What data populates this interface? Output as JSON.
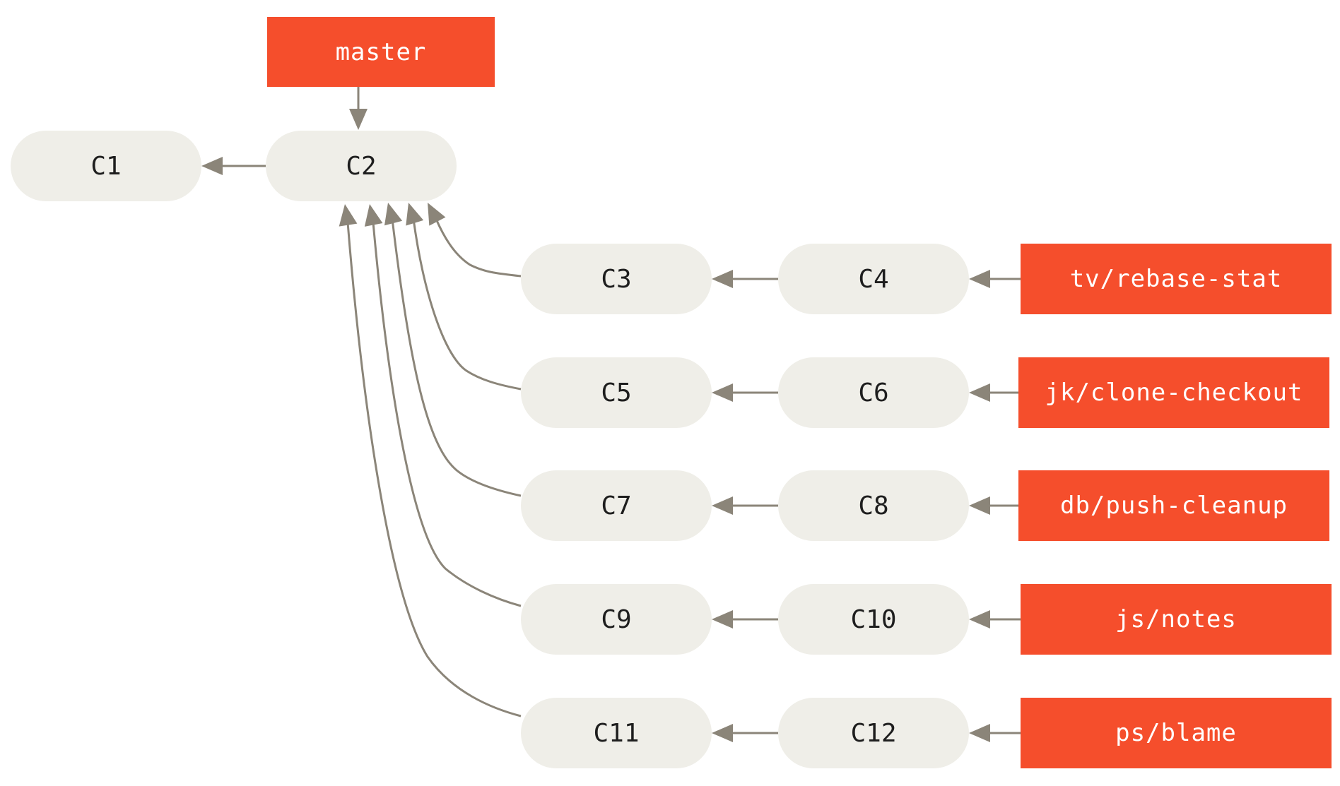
{
  "colors": {
    "commit_fill": "#efeee8",
    "branch_fill": "#f54e2c",
    "arrow": "#8b8579",
    "commit_text": "#1e1e1e",
    "branch_text": "#ffffff"
  },
  "commits": [
    {
      "id": "c1",
      "label": "C1"
    },
    {
      "id": "c2",
      "label": "C2"
    },
    {
      "id": "c3",
      "label": "C3"
    },
    {
      "id": "c4",
      "label": "C4"
    },
    {
      "id": "c5",
      "label": "C5"
    },
    {
      "id": "c6",
      "label": "C6"
    },
    {
      "id": "c7",
      "label": "C7"
    },
    {
      "id": "c8",
      "label": "C8"
    },
    {
      "id": "c9",
      "label": "C9"
    },
    {
      "id": "c10",
      "label": "C10"
    },
    {
      "id": "c11",
      "label": "C11"
    },
    {
      "id": "c12",
      "label": "C12"
    }
  ],
  "branches": [
    {
      "id": "master",
      "label": "master",
      "points_to": "c2"
    },
    {
      "id": "tv",
      "label": "tv/rebase-stat",
      "points_to": "c4"
    },
    {
      "id": "jk",
      "label": "jk/clone-checkout",
      "points_to": "c6"
    },
    {
      "id": "db",
      "label": "db/push-cleanup",
      "points_to": "c8"
    },
    {
      "id": "js",
      "label": "js/notes",
      "points_to": "c10"
    },
    {
      "id": "ps",
      "label": "ps/blame",
      "points_to": "c12"
    }
  ],
  "parent_links": [
    {
      "from": "c2",
      "to": "c1"
    },
    {
      "from": "c3",
      "to": "c2"
    },
    {
      "from": "c4",
      "to": "c3"
    },
    {
      "from": "c5",
      "to": "c2"
    },
    {
      "from": "c6",
      "to": "c5"
    },
    {
      "from": "c7",
      "to": "c2"
    },
    {
      "from": "c8",
      "to": "c7"
    },
    {
      "from": "c9",
      "to": "c2"
    },
    {
      "from": "c10",
      "to": "c9"
    },
    {
      "from": "c11",
      "to": "c2"
    },
    {
      "from": "c12",
      "to": "c11"
    }
  ]
}
